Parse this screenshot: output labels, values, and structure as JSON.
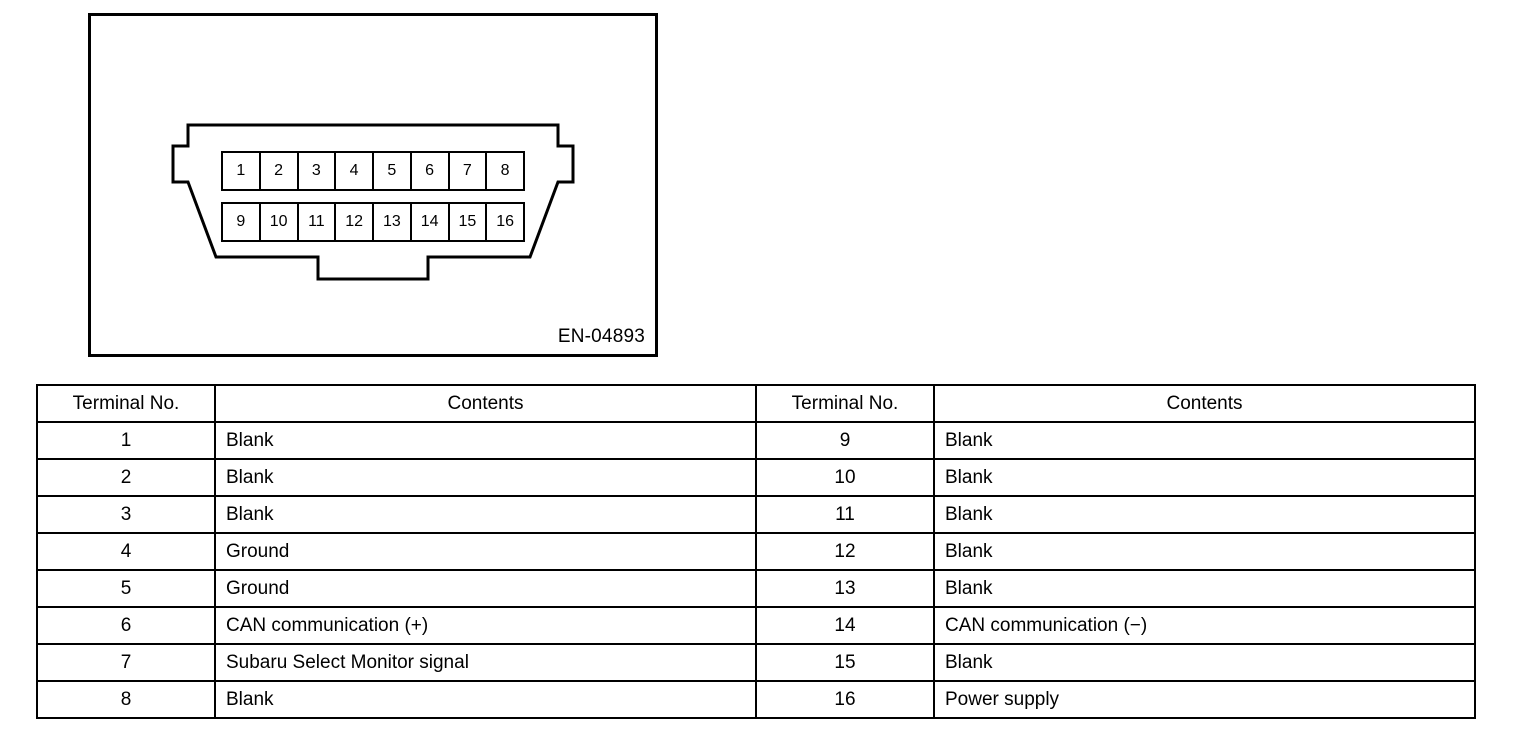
{
  "figure": {
    "code_label": "EN-04893",
    "connector_name": "data-link-connector",
    "pins_top": [
      "1",
      "2",
      "3",
      "4",
      "5",
      "6",
      "7",
      "8"
    ],
    "pins_bottom": [
      "9",
      "10",
      "11",
      "12",
      "13",
      "14",
      "15",
      "16"
    ]
  },
  "table": {
    "headers": {
      "terminal_left": "Terminal No.",
      "contents_left": "Contents",
      "terminal_right": "Terminal No.",
      "contents_right": "Contents"
    },
    "rows": [
      {
        "term_l": "1",
        "cont_l": "Blank",
        "term_r": "9",
        "cont_r": "Blank"
      },
      {
        "term_l": "2",
        "cont_l": "Blank",
        "term_r": "10",
        "cont_r": "Blank"
      },
      {
        "term_l": "3",
        "cont_l": "Blank",
        "term_r": "11",
        "cont_r": "Blank"
      },
      {
        "term_l": "4",
        "cont_l": "Ground",
        "term_r": "12",
        "cont_r": "Blank"
      },
      {
        "term_l": "5",
        "cont_l": "Ground",
        "term_r": "13",
        "cont_r": "Blank"
      },
      {
        "term_l": "6",
        "cont_l": "CAN communication (+)",
        "term_r": "14",
        "cont_r": "CAN communication (−)"
      },
      {
        "term_l": "7",
        "cont_l": "Subaru Select Monitor signal",
        "term_r": "15",
        "cont_r": "Blank"
      },
      {
        "term_l": "8",
        "cont_l": "Blank",
        "term_r": "16",
        "cont_r": "Power supply"
      }
    ]
  },
  "colors": {
    "ink": "#000000",
    "paper": "#ffffff"
  }
}
